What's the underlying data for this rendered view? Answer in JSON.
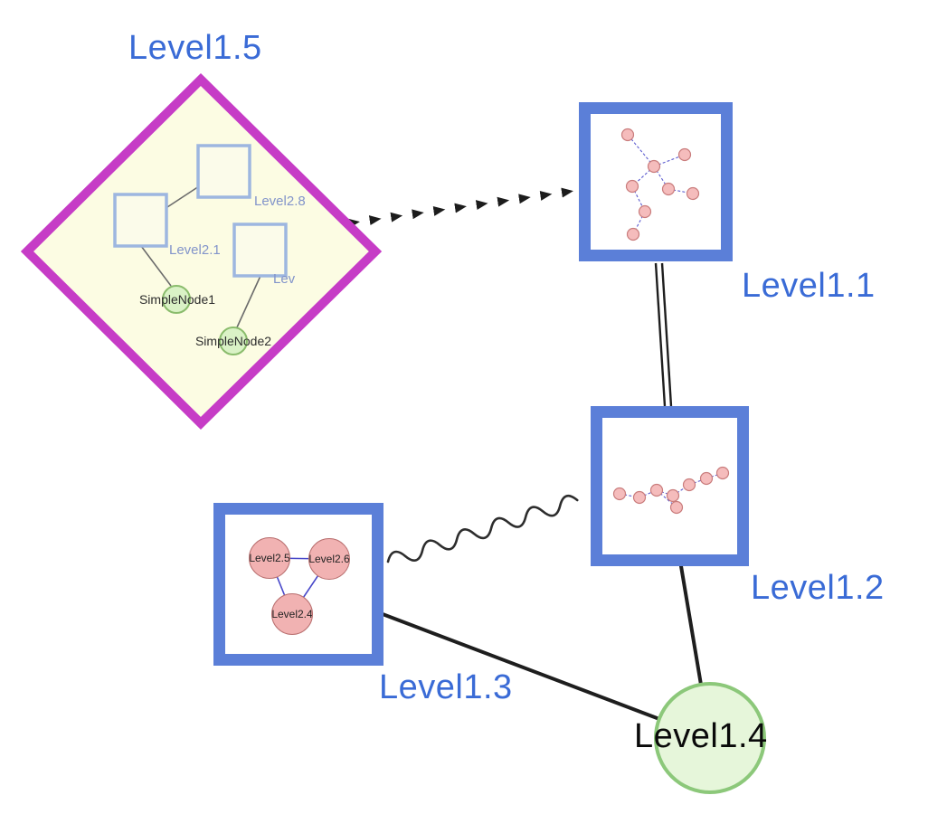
{
  "diagram": {
    "level15": {
      "label": "Level1.5",
      "shape": "diamond",
      "children": {
        "level28": {
          "label": "Level2.8",
          "shape": "square"
        },
        "level21": {
          "label": "Level2.1",
          "shape": "square"
        },
        "lev": {
          "label": "Lev",
          "shape": "square"
        },
        "simple1": {
          "label": "SimpleNode1",
          "shape": "circle"
        },
        "simple2": {
          "label": "SimpleNode2",
          "shape": "circle"
        }
      }
    },
    "level11": {
      "label": "Level1.1",
      "shape": "square",
      "content": "mini-graph"
    },
    "level12": {
      "label": "Level1.2",
      "shape": "square",
      "content": "mini-graph"
    },
    "level13": {
      "label": "Level1.3",
      "shape": "square",
      "children": {
        "level25": {
          "label": "Level2.5",
          "shape": "circle"
        },
        "level26": {
          "label": "Level2.6",
          "shape": "circle"
        },
        "level24": {
          "label": "Level2.4",
          "shape": "circle"
        }
      }
    },
    "level14": {
      "label": "Level1.4",
      "shape": "circle"
    },
    "edges": [
      {
        "from": "Level1.5",
        "to": "Level1.1",
        "style": "dashed-arrow-chain"
      },
      {
        "from": "Level1.1",
        "to": "Level1.2",
        "style": "double-parallel-line"
      },
      {
        "from": "Level1.3",
        "to": "Level1.2",
        "style": "wavy-line"
      },
      {
        "from": "Level1.3",
        "to": "Level1.4",
        "style": "solid-line"
      },
      {
        "from": "Level1.2",
        "to": "Level1.4",
        "style": "solid-line"
      }
    ],
    "colors": {
      "label_blue": "#3a6bd6",
      "diamond_border": "#c63cc6",
      "diamond_fill": "#fcfce3",
      "box_border": "#5b7fd8",
      "inner_square_border": "#9db6e0",
      "green_fill": "#daf2c6",
      "green_border": "#8abc6c",
      "pink_fill": "#f1b2b2",
      "pink_border": "#b96f6f",
      "mini_edge_blue": "#5b5bd0",
      "connector_black": "#1e1e1e"
    }
  }
}
